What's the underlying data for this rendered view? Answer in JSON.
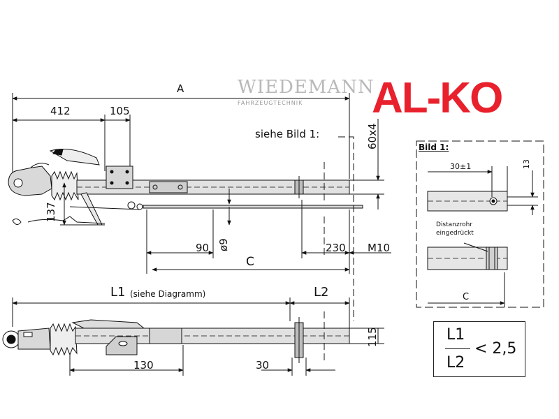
{
  "brand": {
    "name": "AL-KO",
    "color": "#e8212d"
  },
  "watermark": {
    "title": "WIEDEMANN",
    "subtitle": "FAHRZEUGTECHNIK"
  },
  "top_view": {
    "dim_A": "A",
    "dim_412": "412",
    "dim_105": "105",
    "note_bild": "siehe Bild 1:",
    "dim_60x4": "60x4",
    "dim_137": "137",
    "dim_90": "90",
    "dim_phi9": "ø9",
    "dim_C": "C",
    "dim_230": "230",
    "dim_M10": "M10"
  },
  "bottom_view": {
    "dim_L1": "L1",
    "dim_L1_note": "(siehe Diagramm)",
    "dim_L2": "L2",
    "dim_115": "115",
    "dim_130": "130",
    "dim_30": "30"
  },
  "detail": {
    "title": "Bild 1:",
    "dim_30pm1": "30±1",
    "dim_13": "13",
    "label_line1": "Distanzrohr",
    "label_line2": "eingedrückt",
    "dim_C": "C"
  },
  "ratio": {
    "numerator": "L1",
    "denominator": "L2",
    "relation": "< 2,5"
  }
}
